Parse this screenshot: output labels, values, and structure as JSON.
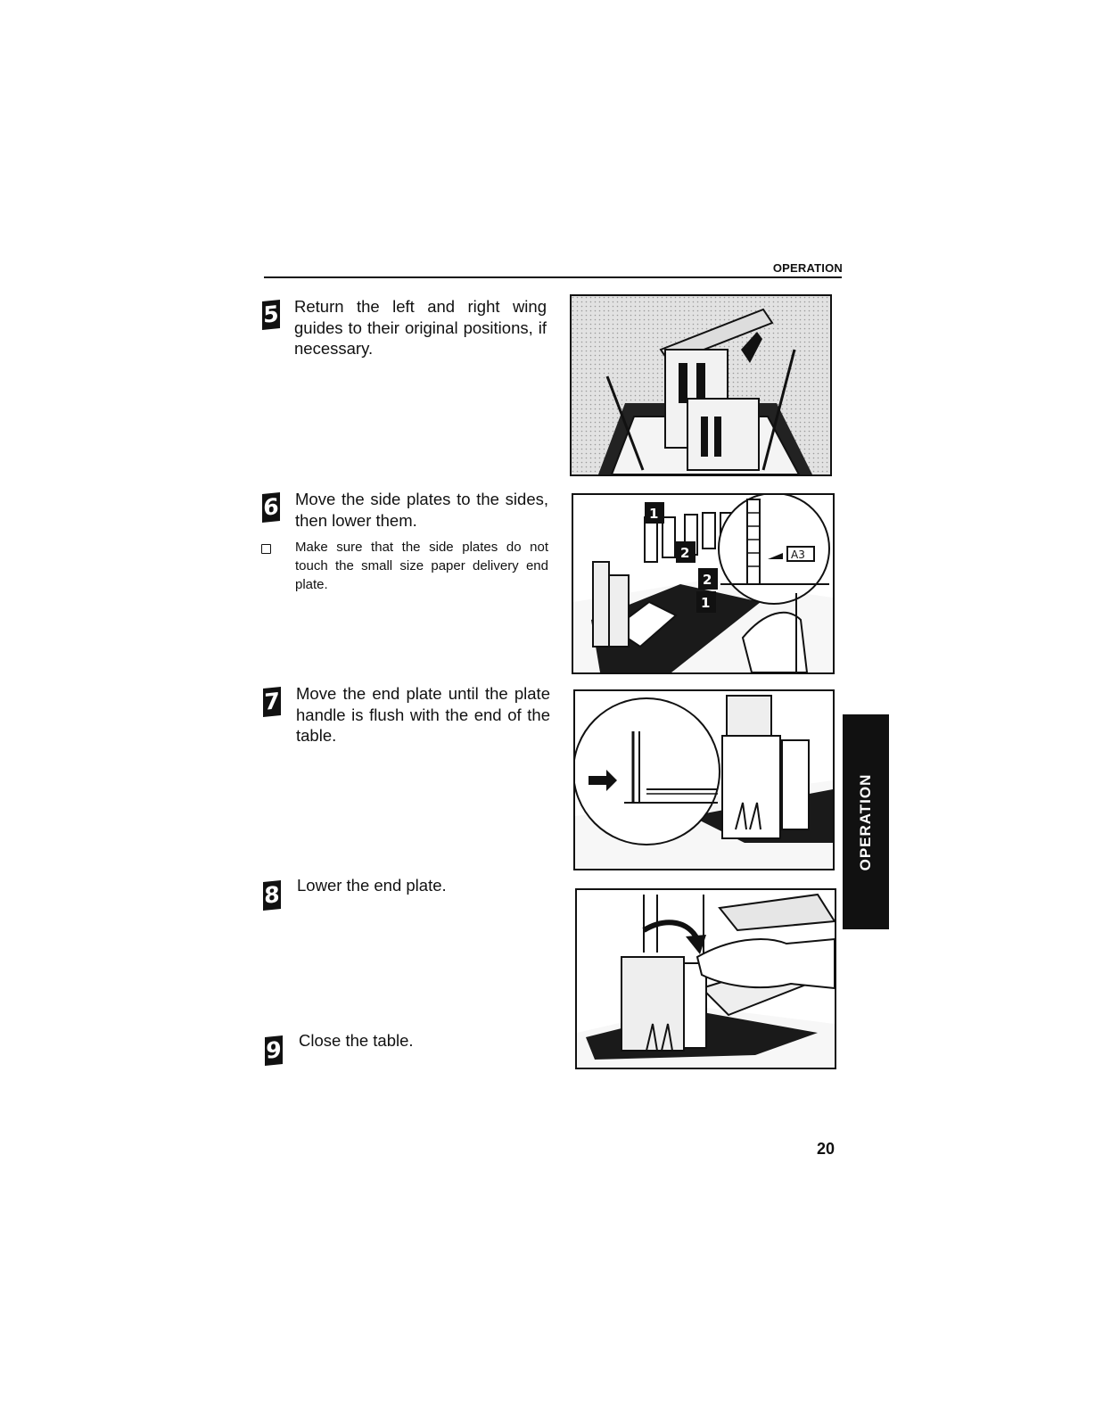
{
  "header": {
    "section": "OPERATION"
  },
  "steps": [
    {
      "number": "5",
      "text": "Return the left and right wing guides to their original positions, if necessary."
    },
    {
      "number": "6",
      "text": "Move the side plates to the sides, then lower them.",
      "note": "Make sure that the side plates do not touch the small size paper delivery end plate."
    },
    {
      "number": "7",
      "text": "Move the end plate until the plate handle is flush with the end of the table."
    },
    {
      "number": "8",
      "text": "Lower the end plate."
    },
    {
      "number": "9",
      "text": "Close the table."
    }
  ],
  "figures": {
    "fig6": {
      "callouts": [
        "1",
        "2",
        "2",
        "1"
      ],
      "paper_size_label": "A3"
    }
  },
  "side_tab": {
    "label": "OPERATION"
  },
  "footer": {
    "page_number": "20"
  }
}
